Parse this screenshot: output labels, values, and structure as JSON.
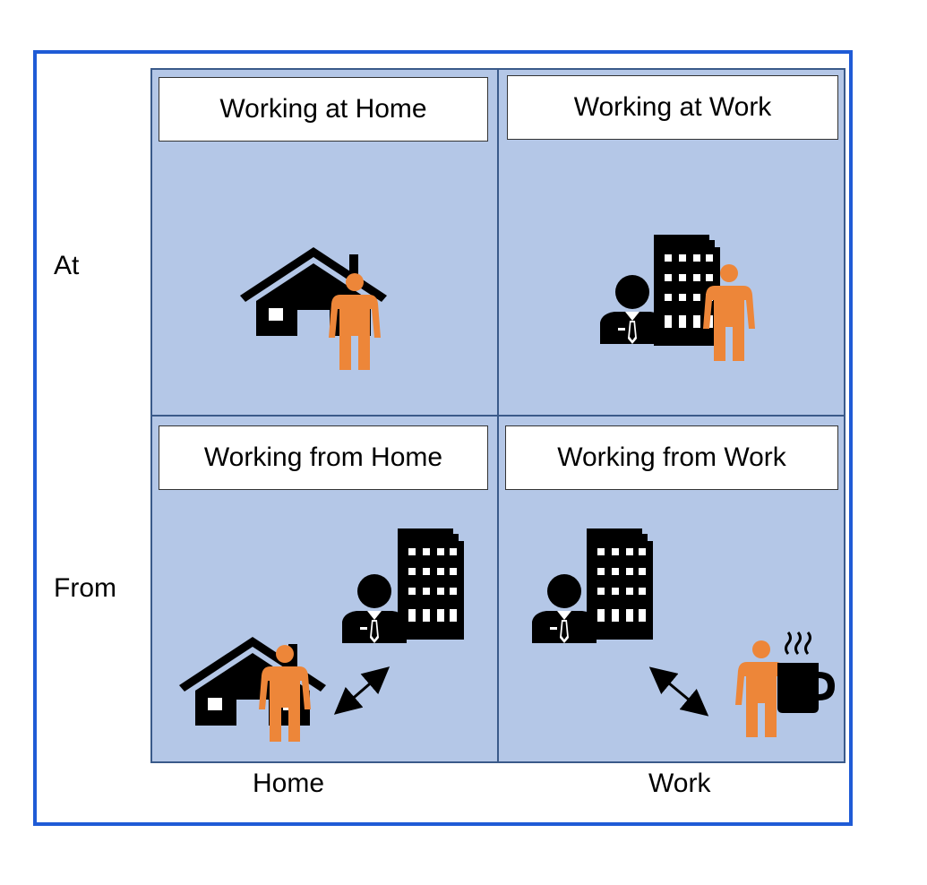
{
  "quadrants": {
    "at_home": {
      "title": "Working at Home"
    },
    "at_work": {
      "title": "Working at Work"
    },
    "from_home": {
      "title": "Working from Home"
    },
    "from_work": {
      "title": "Working from Work"
    }
  },
  "row_labels": {
    "at": "At",
    "from": "From"
  },
  "column_labels": {
    "home": "Home",
    "work": "Work"
  },
  "colors": {
    "border": "#1f5bd6",
    "grid_fill": "#b4c7e7",
    "grid_line": "#3a5a8a",
    "person": "#ed8639",
    "icon": "#000000"
  }
}
